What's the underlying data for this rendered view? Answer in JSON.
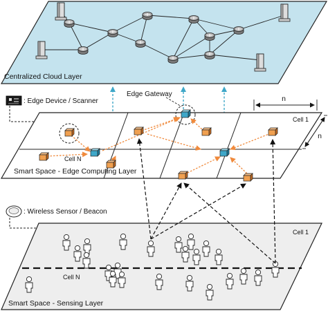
{
  "layers": {
    "cloud": "Centralized Cloud Layer",
    "edge": "Smart Space - Edge Computing Layer",
    "sensing": "Smart Space - Sensing Layer"
  },
  "legend": {
    "edge_device": ": Edge Device / Scanner",
    "wireless_sensor": ": Wireless Sensor / Beacon"
  },
  "labels": {
    "edge_gateway": "Edge Gateway",
    "cell_1_edge": "Cell 1",
    "cell_n_edge": "Cell N",
    "cell_1_sensing": "Cell 1",
    "cell_n_sensing": "Cell N",
    "dim_width": "n",
    "dim_depth": "n"
  },
  "colors": {
    "cloud_fill": "#c4e3ee",
    "sensing_fill": "#eeeeee",
    "edge_device": "#f0a050",
    "gateway": "#3ea7c8",
    "uplink": "#3ea7c8",
    "edge_link": "#f08a3c",
    "router": "#8c8c8c"
  },
  "icons": {
    "router": "router-icon",
    "server": "server-tower-icon",
    "person": "person-icon",
    "edge_device": "edge-device-box-icon",
    "gateway": "gateway-box-icon",
    "legend_board": "circuit-board-icon",
    "legend_beacon": "beacon-icon"
  }
}
